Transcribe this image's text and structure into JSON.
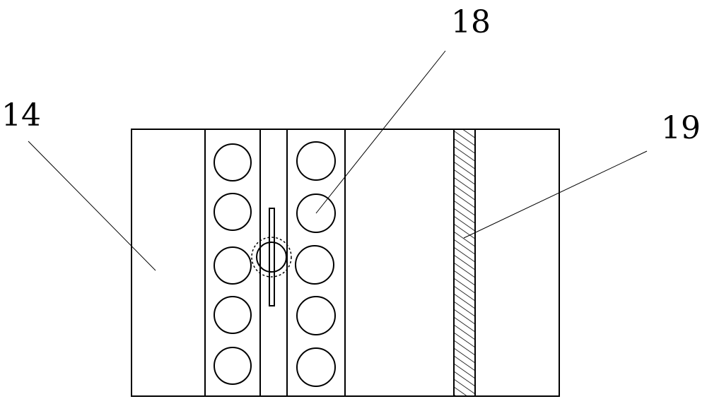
{
  "labels": {
    "l14": "14",
    "l18": "18",
    "l19": "19"
  },
  "colors": {
    "stroke": "#000000",
    "background": "#ffffff"
  }
}
